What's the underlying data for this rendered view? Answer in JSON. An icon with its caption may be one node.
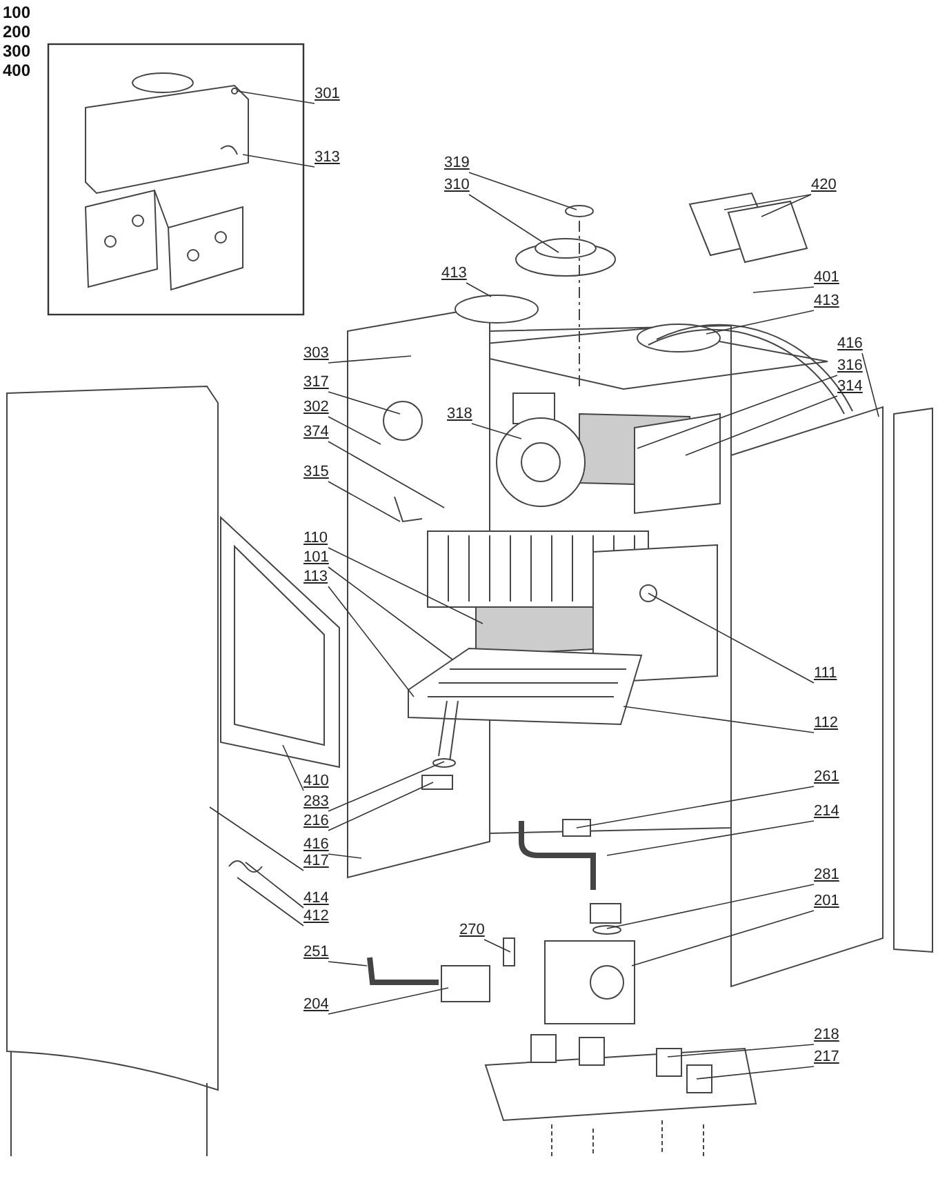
{
  "diagram": {
    "nodes": [
      {
        "text": [
          "301"
        ]
      },
      {
        "text": [
          "313"
        ]
      },
      {
        "text": [
          "319"
        ]
      },
      {
        "text": [
          "310"
        ]
      },
      {
        "text": [
          "420"
        ]
      },
      {
        "text": [
          "413"
        ]
      },
      {
        "text": [
          "401"
        ]
      },
      {
        "text": [
          "413"
        ]
      },
      {
        "text": [
          "416"
        ]
      },
      {
        "text": [
          "303"
        ]
      },
      {
        "text": [
          "317"
        ]
      },
      {
        "text": [
          "316"
        ]
      },
      {
        "text": [
          "314"
        ]
      },
      {
        "text": [
          "318"
        ]
      },
      {
        "text": [
          "302"
        ]
      },
      {
        "text": [
          "374"
        ]
      },
      {
        "text": [
          "315"
        ]
      },
      {
        "text": [
          "110"
        ]
      },
      {
        "text": [
          "101"
        ]
      },
      {
        "text": [
          "113"
        ]
      },
      {
        "text": [
          "111"
        ]
      },
      {
        "text": [
          "112"
        ]
      },
      {
        "text": [
          "410"
        ]
      },
      {
        "text": [
          "283"
        ]
      },
      {
        "text": [
          "216"
        ]
      },
      {
        "text": [
          "261"
        ]
      },
      {
        "text": [
          "214"
        ]
      },
      {
        "text": [
          "416"
        ]
      },
      {
        "text": [
          "417"
        ]
      },
      {
        "text": [
          "281"
        ]
      },
      {
        "text": [
          "414"
        ]
      },
      {
        "text": [
          "412"
        ]
      },
      {
        "text": [
          "201"
        ]
      },
      {
        "text": [
          "270"
        ]
      },
      {
        "text": [
          "251"
        ]
      },
      {
        "text": [
          "204"
        ]
      },
      {
        "text": [
          "218"
        ]
      },
      {
        "text": [
          "217"
        ]
      }
    ],
    "edges": [
      {
        "from": 0,
        "to": null,
        "arrow": "none"
      },
      {
        "from": 1,
        "to": null,
        "arrow": "none"
      },
      {
        "from": 2,
        "to": null,
        "arrow": "none"
      },
      {
        "from": 3,
        "to": null,
        "arrow": "none"
      },
      {
        "from": 4,
        "to": null,
        "arrow": "none"
      },
      {
        "from": 4,
        "to": null,
        "arrow": "none"
      },
      {
        "from": 5,
        "to": null,
        "arrow": "none"
      },
      {
        "from": 6,
        "to": null,
        "arrow": "none"
      },
      {
        "from": 7,
        "to": null,
        "arrow": "none"
      },
      {
        "from": 8,
        "to": null,
        "arrow": "none"
      },
      {
        "from": 9,
        "to": null,
        "arrow": "none"
      },
      {
        "from": 10,
        "to": null,
        "arrow": "none"
      },
      {
        "from": 11,
        "to": null,
        "arrow": "none"
      },
      {
        "from": 12,
        "to": null,
        "arrow": "none"
      },
      {
        "from": 13,
        "to": null,
        "arrow": "none"
      },
      {
        "from": 14,
        "to": null,
        "arrow": "none"
      },
      {
        "from": 15,
        "to": null,
        "arrow": "none"
      },
      {
        "from": 16,
        "to": null,
        "arrow": "none"
      },
      {
        "from": 17,
        "to": null,
        "arrow": "none"
      },
      {
        "from": 18,
        "to": null,
        "arrow": "none"
      },
      {
        "from": 19,
        "to": null,
        "arrow": "none"
      },
      {
        "from": 20,
        "to": null,
        "arrow": "none"
      },
      {
        "from": 21,
        "to": null,
        "arrow": "none"
      },
      {
        "from": 22,
        "to": null,
        "arrow": "none"
      },
      {
        "from": 23,
        "to": null,
        "arrow": "none"
      },
      {
        "from": 24,
        "to": null,
        "arrow": "none"
      },
      {
        "from": 25,
        "to": null,
        "arrow": "none"
      },
      {
        "from": 26,
        "to": null,
        "arrow": "none"
      },
      {
        "from": 27,
        "to": null,
        "arrow": "none"
      },
      {
        "from": 28,
        "to": null,
        "arrow": "none"
      },
      {
        "from": 29,
        "to": null,
        "arrow": "none"
      },
      {
        "from": 30,
        "to": null,
        "arrow": "none"
      },
      {
        "from": 31,
        "to": null,
        "arrow": "none"
      },
      {
        "from": 32,
        "to": null,
        "arrow": "none"
      },
      {
        "from": 33,
        "to": null,
        "arrow": "none"
      },
      {
        "from": 34,
        "to": null,
        "arrow": "none"
      },
      {
        "from": 35,
        "to": null,
        "arrow": "none"
      },
      {
        "from": 36,
        "to": null,
        "arrow": "none"
      },
      {
        "from": 37,
        "to": null,
        "arrow": "none"
      }
    ],
    "labels": [
      "100",
      "200",
      "300",
      "400"
    ]
  }
}
